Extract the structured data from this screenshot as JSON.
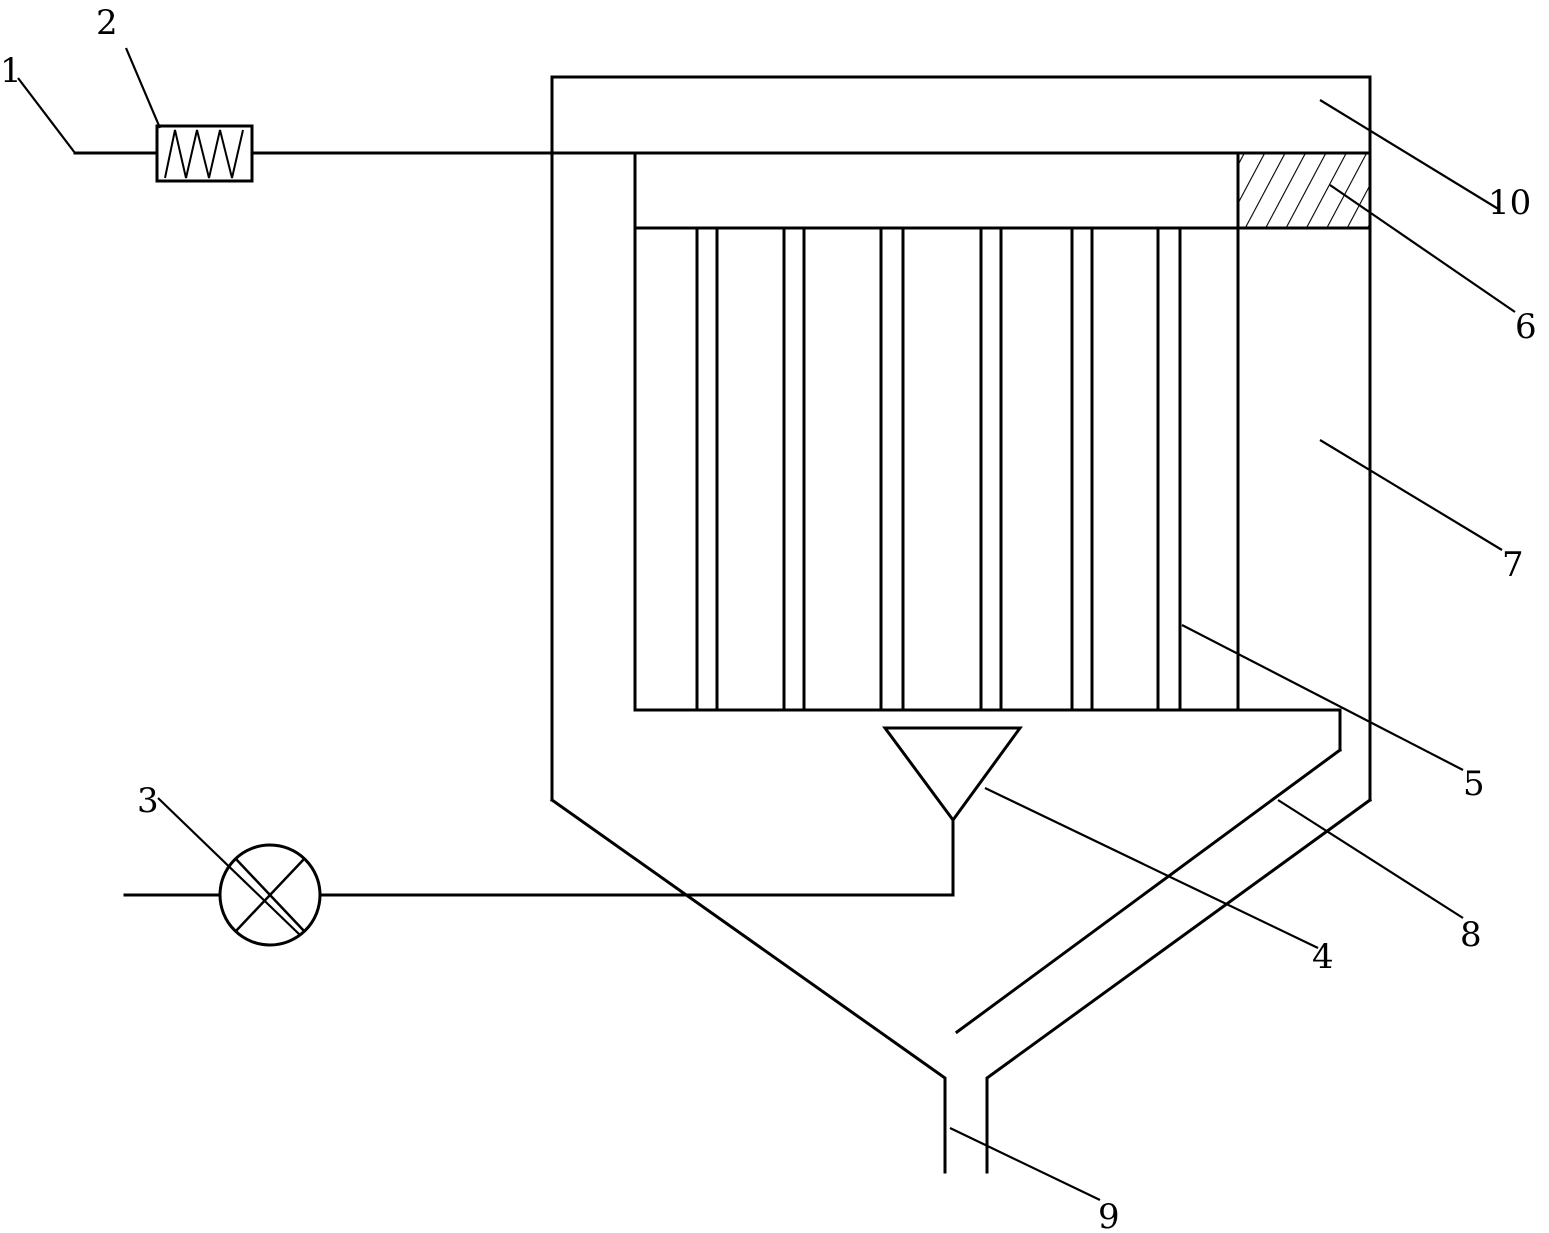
{
  "labels": {
    "l1": "1",
    "l2": "2",
    "l3": "3",
    "l4": "4",
    "l5": "5",
    "l6": "6",
    "l7": "7",
    "l8": "8",
    "l9": "9",
    "l10": "10"
  }
}
